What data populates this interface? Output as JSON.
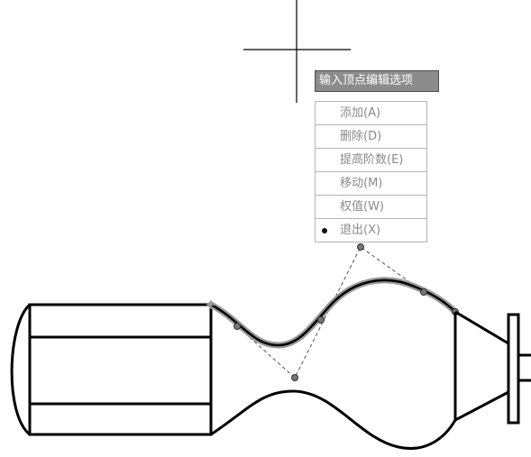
{
  "command_prompt": {
    "text": "输入顶点编辑选项",
    "background": "#8c8c8c",
    "text_color": "#ffffff"
  },
  "option_menu": {
    "items": [
      {
        "label": "添加(A)",
        "current": false
      },
      {
        "label": "删除(D)",
        "current": false
      },
      {
        "label": "提高阶数(E)",
        "current": false
      },
      {
        "label": "移动(M)",
        "current": false
      },
      {
        "label": "权值(W)",
        "current": false
      },
      {
        "label": "退出(X)",
        "current": true
      }
    ],
    "text_color": "#8a8a8a",
    "border_color": "#b5b5b5"
  },
  "canvas": {
    "background": "#ffffff",
    "outline_color": "#000000",
    "spline_highlight_color": "#999999",
    "control_frame_color": "#555555",
    "control_point_color": "#777777",
    "cursor_color": "#000000"
  },
  "icons": {
    "crosshair": "crosshair-cursor-icon",
    "current_option": "bullet-icon",
    "control_point": "control-point-icon"
  }
}
